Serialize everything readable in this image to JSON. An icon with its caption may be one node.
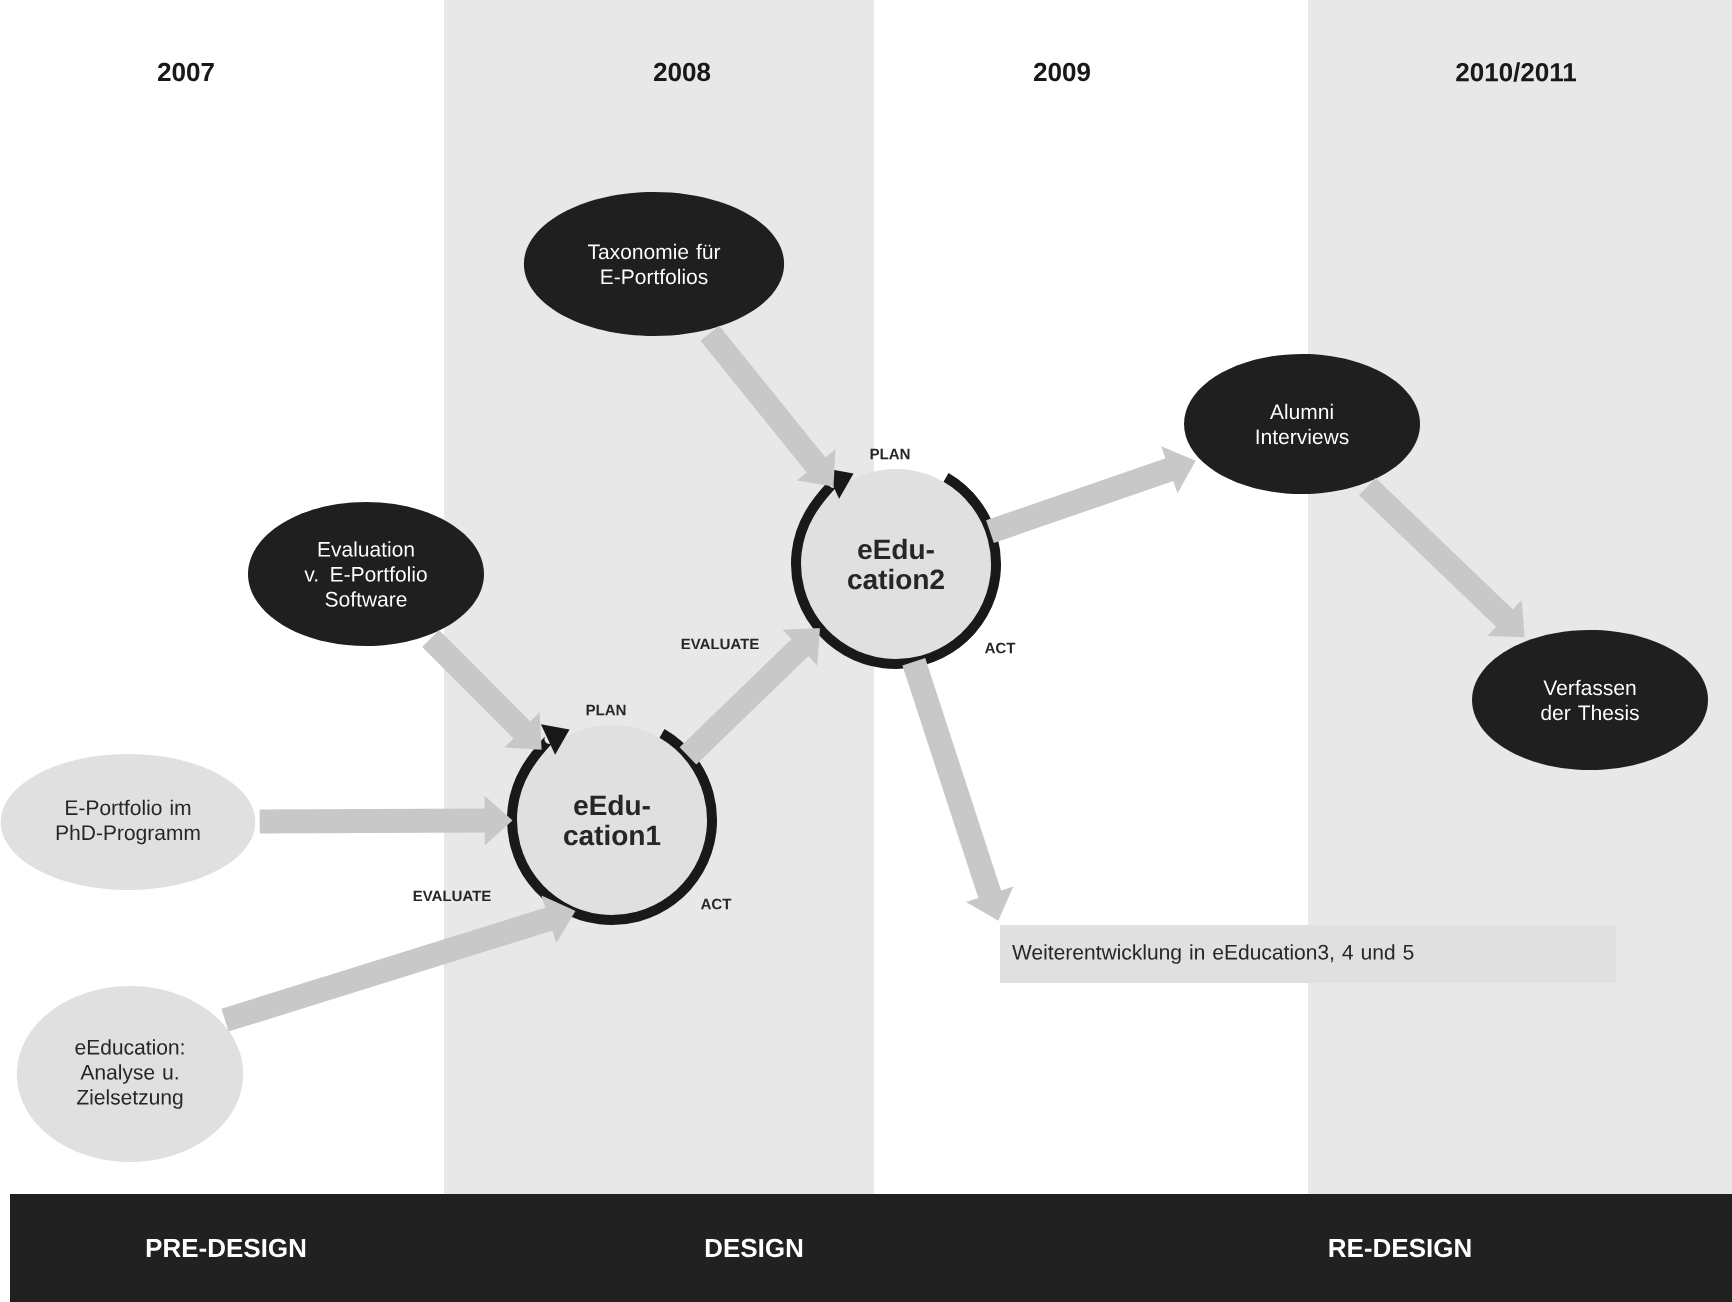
{
  "diagram": {
    "nodes": [
      {
        "text": [
          "Taxonomie für E-Portfolios"
        ]
      },
      {
        "text": [
          "Evaluation v. E-Portfolio Software"
        ]
      },
      {
        "text": [
          "E-Portfolio im PhD-Programm"
        ]
      },
      {
        "text": [
          "eEducation: Analyse u. Zielsetzung"
        ]
      },
      {
        "text": [
          "eEdu-cation1"
        ],
        "beside": [
          "PLAN",
          "EVALUATE",
          "ACT"
        ]
      },
      {
        "text": [
          "eEdu-cation2"
        ],
        "beside": [
          "PLAN",
          "EVALUATE",
          "ACT"
        ]
      },
      {
        "text": [
          "Alumni Interviews"
        ]
      },
      {
        "text": [
          "Verfassen der Thesis"
        ]
      },
      {
        "text": [
          "Weiterentwicklung in eEducation3, 4 und 5"
        ]
      }
    ],
    "edges": [
      {
        "from": 1,
        "to": 4,
        "arrow": "to"
      },
      {
        "from": 2,
        "to": 4,
        "arrow": "to"
      },
      {
        "from": 3,
        "to": 4,
        "arrow": "to"
      },
      {
        "from": 4,
        "to": 5,
        "arrow": "to"
      },
      {
        "from": 0,
        "to": 5,
        "arrow": "to"
      },
      {
        "from": 5,
        "to": 6,
        "arrow": "to"
      },
      {
        "from": 5,
        "to": 8,
        "arrow": "to"
      },
      {
        "from": 6,
        "to": 7,
        "arrow": "to"
      }
    ],
    "labels": [
      "2007",
      "2008",
      "2009",
      "2010/2011",
      "PRE-DESIGN",
      "DESIGN",
      "RE-DESIGN"
    ]
  }
}
